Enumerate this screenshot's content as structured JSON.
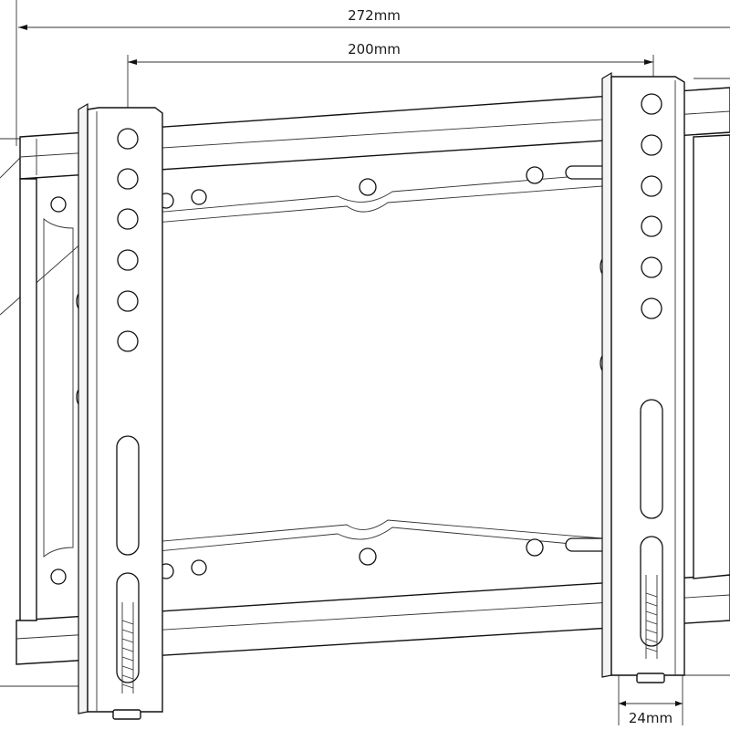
{
  "dimensions": {
    "overall_width": "272mm",
    "hole_spacing": "200mm",
    "bracket_width": "24mm"
  },
  "colors": {
    "line": "#111111",
    "background": "#ffffff"
  }
}
